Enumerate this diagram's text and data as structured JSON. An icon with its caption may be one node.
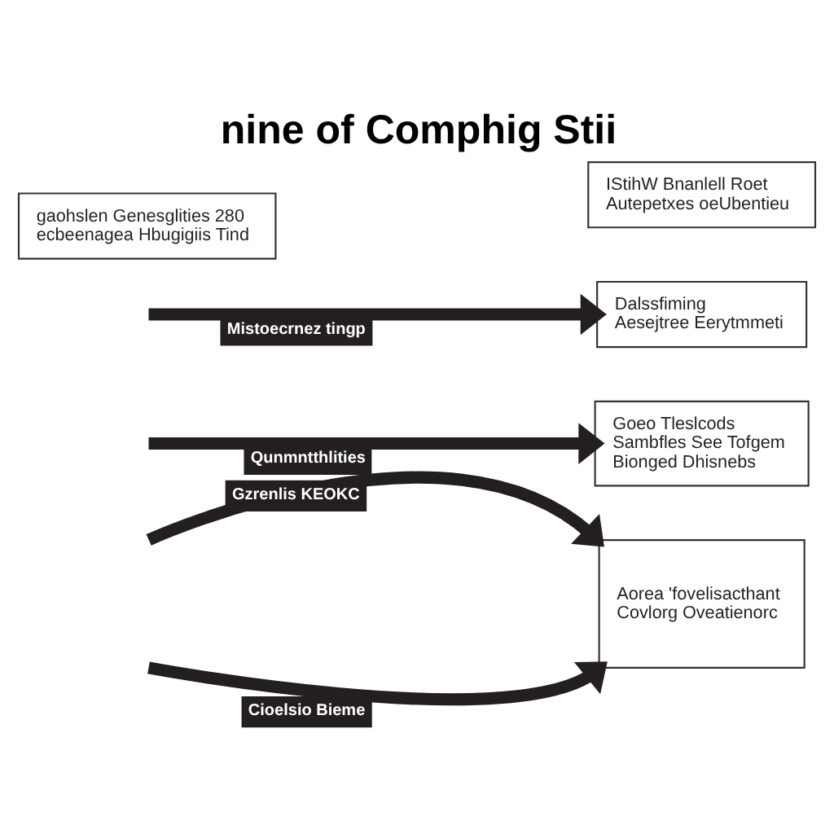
{
  "diagram": {
    "title": "nine of Comphig Stii",
    "nodes": [
      {
        "text": [
          "gaohslen Genesglities 280",
          "ecbeenagea Hbugigiis Tind"
        ]
      },
      {
        "text": [
          "IStihW Bnanlell Roet",
          "Autepetxes oeUbentieu"
        ]
      },
      {
        "text": [
          "Dalssfiming",
          "Aesejtree Eerytmmeti"
        ]
      },
      {
        "text": [
          "Goeo Tleslcods",
          "Sambfles See Tofgem",
          "Bionged Dhisnebs"
        ]
      },
      {
        "text": [
          "Aorea 'fovelisacthant",
          "Covlorg Oveatienorc"
        ]
      }
    ],
    "edges": [
      {
        "from": null,
        "to": 2,
        "arrow": "to",
        "label": "Mistoecrnez tingp"
      },
      {
        "from": null,
        "to": 3,
        "arrow": "to",
        "label": "Qunmntthlities"
      },
      {
        "from": null,
        "to": 4,
        "arrow": "to",
        "label": "Gzrenlis KEOKC"
      },
      {
        "from": null,
        "to": 4,
        "arrow": "to",
        "label": "Cioelsio Bieme"
      }
    ]
  }
}
